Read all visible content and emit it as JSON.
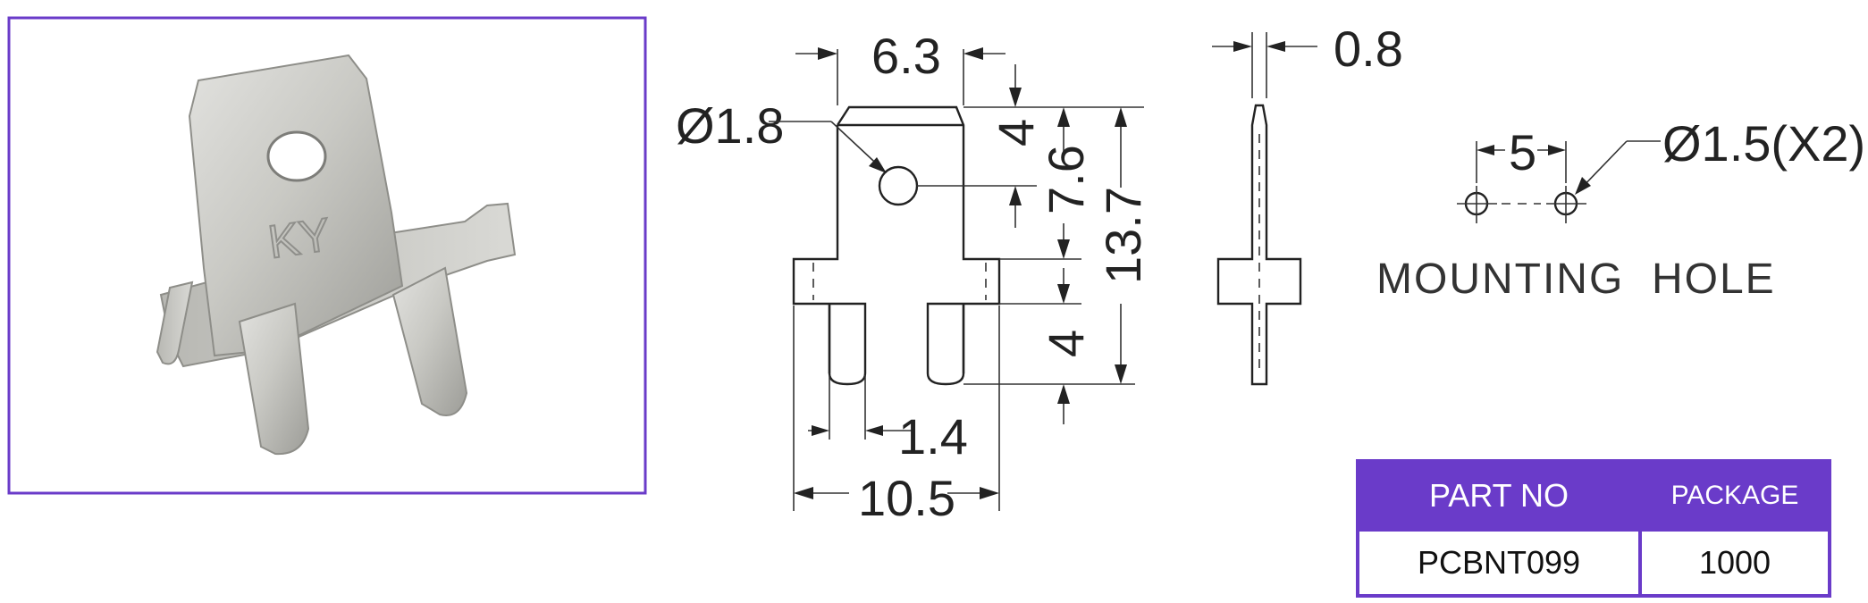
{
  "photo": {
    "border_color": "#6a3bc9",
    "marking": "KY"
  },
  "drawing": {
    "front_view": {
      "tab_width": "6.3",
      "hole_diameter": "Ø1.8",
      "hole_from_top": "4",
      "body_height": "7.6",
      "overall_height": "13.7",
      "pin_length": "4",
      "pin_width": "1.4",
      "overall_width": "10.5"
    },
    "side_view": {
      "thickness": "0.8"
    },
    "mounting_hole": {
      "pitch": "5",
      "hole_diameter": "Ø1.5(X2)",
      "label": "MOUNTING  HOLE"
    }
  },
  "table": {
    "accent_color": "#6a3bc9",
    "headers": [
      "PART NO",
      "PACKAGE"
    ],
    "rows": [
      [
        "PCBNT099",
        "1000"
      ]
    ]
  }
}
